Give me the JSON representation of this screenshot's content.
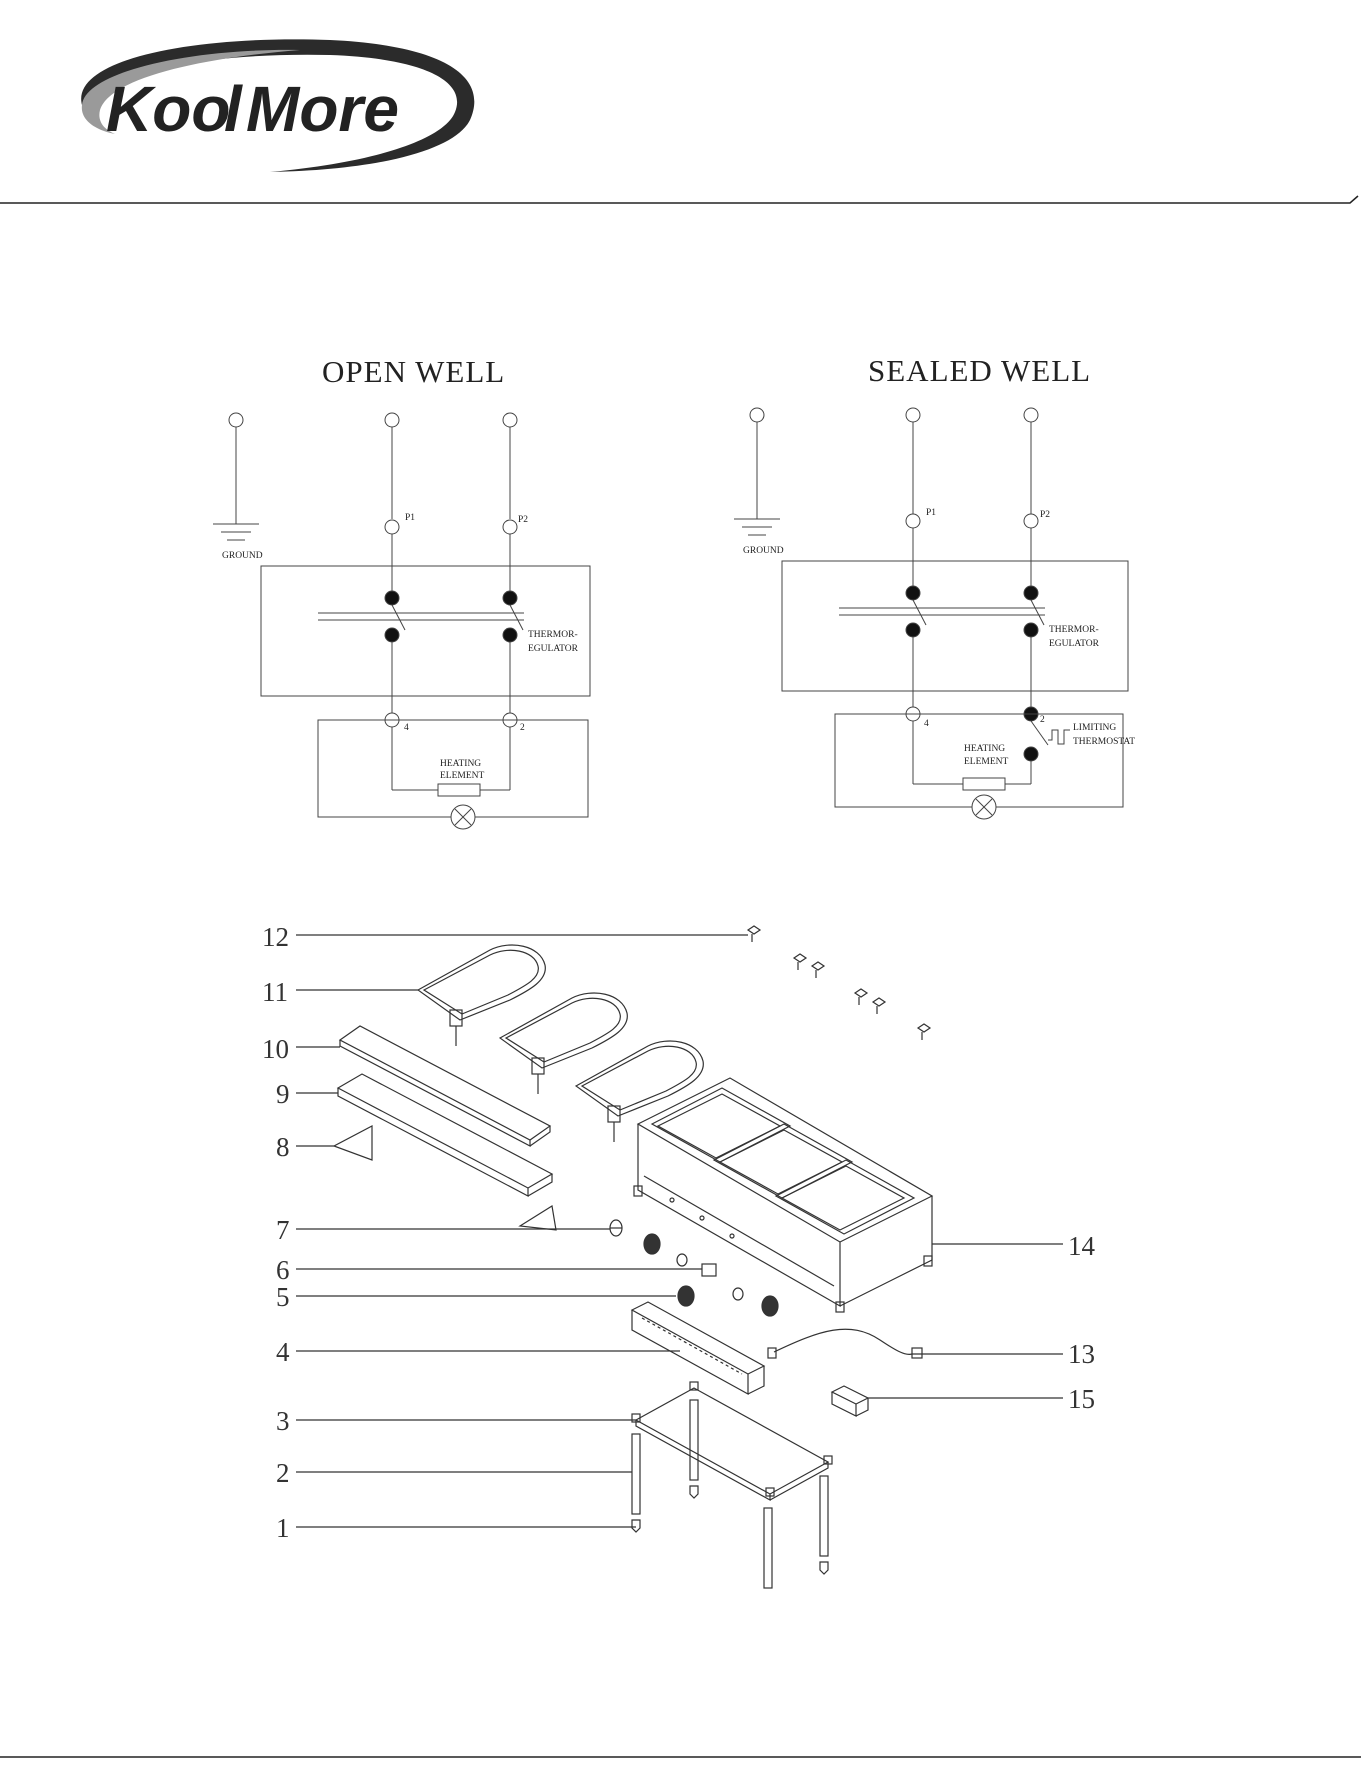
{
  "logo": {
    "part1": "Koo",
    "part2": "l",
    "part3": "More"
  },
  "wiring": {
    "open_well": {
      "title": "OPEN WELL",
      "ground": "GROUND",
      "p1": "P1",
      "p2": "P2",
      "thermo_line1": "THERMOR-",
      "thermo_line2": "EGULATOR",
      "terminal_left": "4",
      "terminal_right": "2",
      "heating_line1": "HEATING",
      "heating_line2": "ELEMENT"
    },
    "sealed_well": {
      "title": "SEALED WELL",
      "ground": "GROUND",
      "p1": "P1",
      "p2": "P2",
      "thermo_line1": "THERMOR-",
      "thermo_line2": "EGULATOR",
      "terminal_left": "4",
      "terminal_right": "2",
      "heating_line1": "HEATING",
      "heating_line2": "ELEMENT",
      "limit_line1": "LIMITING",
      "limit_line2": "THERMOSTAT"
    }
  },
  "exploded_view": {
    "callouts": [
      "12",
      "11",
      "10",
      "9",
      "8",
      "7",
      "6",
      "5",
      "4",
      "3",
      "2",
      "1",
      "14",
      "13",
      "15"
    ]
  },
  "colors": {
    "line": "#333333",
    "logo_gray": "#8a8a8a",
    "logo_dark": "#2b2b2b"
  }
}
